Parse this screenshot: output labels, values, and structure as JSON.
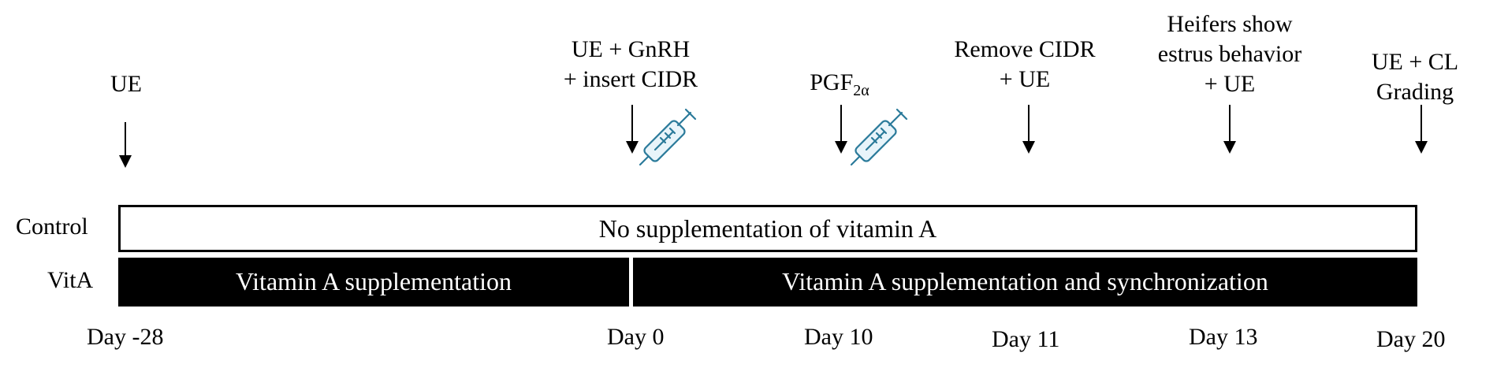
{
  "events": [
    {
      "lines": [
        "UE"
      ]
    },
    {
      "lines": [
        "UE + GnRH",
        "+ insert CIDR"
      ]
    },
    {
      "main": "PGF",
      "sub": "2α"
    },
    {
      "lines": [
        "Remove  CIDR",
        "+ UE"
      ]
    },
    {
      "lines": [
        "Heifers show",
        "estrus behavior",
        "+ UE"
      ]
    },
    {
      "lines": [
        "UE + CL",
        "Grading"
      ]
    }
  ],
  "icons": [
    "syringe-icon",
    "syringe-icon"
  ],
  "rows": {
    "control": {
      "label": "Control",
      "bar_text": "No supplementation of vitamin A",
      "fill": "#ffffff"
    },
    "vita": {
      "label": "VitA",
      "bar_left_text": "Vitamin A supplementation",
      "bar_right_text": "Vitamin A supplementation and synchronization",
      "fill": "#000000"
    }
  },
  "days": [
    "Day -28",
    "Day 0",
    "Day 10",
    "Day 11",
    "Day 13",
    "Day 20"
  ]
}
